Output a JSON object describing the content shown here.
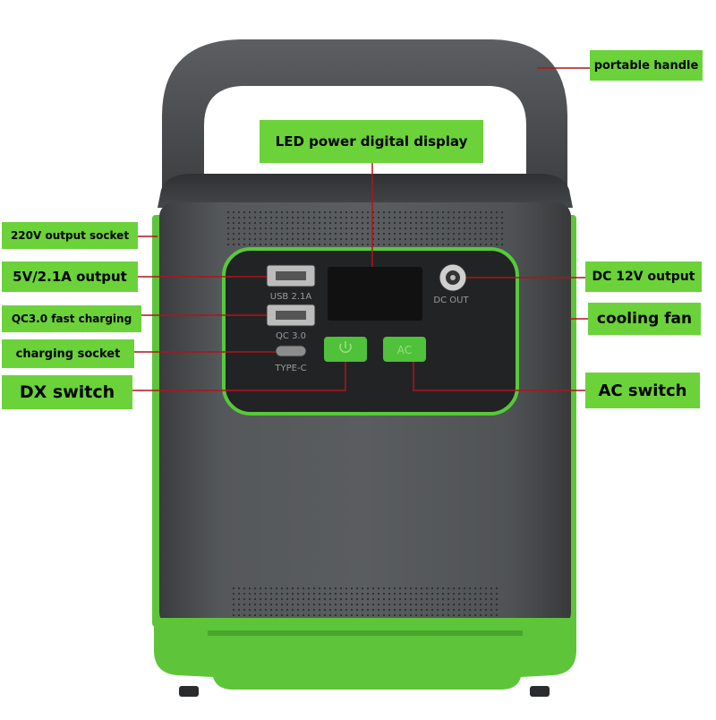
{
  "labels": {
    "portable_handle": "portable handle",
    "led_display": "LED power digital display",
    "output_220v": "220V output socket",
    "usb_output": "5V/2.1A output",
    "qc_charging": "QC3.0 fast charging",
    "charging_socket": "charging socket",
    "dx_switch": "DX switch",
    "dc_output": "DC 12V output",
    "cooling_fan": "cooling fan",
    "ac_switch": "AC switch"
  },
  "panel": {
    "usb_port_label": "USB 2.1A",
    "qc_port_label": "QC 3.0",
    "typec_label": "TYPE-C",
    "dc_out_label": "DC OUT",
    "ac_button_label": "AC",
    "power_icon": "power-icon"
  },
  "colors": {
    "label_green": "#6bd23a",
    "device_green": "#5ec43a",
    "body_gray": "#4e5052",
    "leader_line": "#b0141a"
  }
}
